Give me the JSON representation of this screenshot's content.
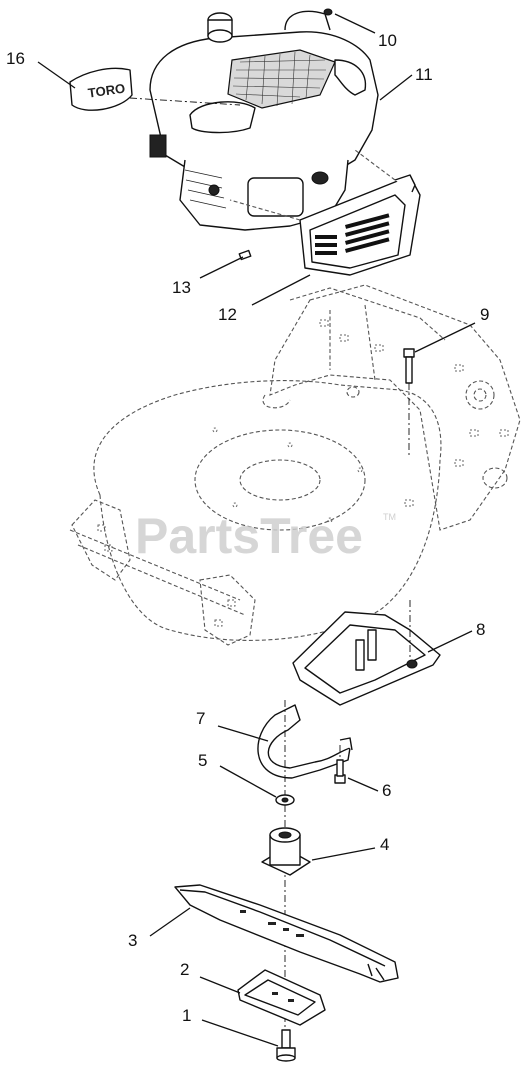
{
  "watermark": {
    "text": "PartsTree",
    "tm": "TM"
  },
  "decal_text": "TORO",
  "callouts": [
    {
      "id": "16",
      "label": "16"
    },
    {
      "id": "10",
      "label": "10"
    },
    {
      "id": "11",
      "label": "11"
    },
    {
      "id": "13",
      "label": "13"
    },
    {
      "id": "12",
      "label": "12"
    },
    {
      "id": "9",
      "label": "9"
    },
    {
      "id": "8",
      "label": "8"
    },
    {
      "id": "7",
      "label": "7"
    },
    {
      "id": "5",
      "label": "5"
    },
    {
      "id": "6",
      "label": "6"
    },
    {
      "id": "4",
      "label": "4"
    },
    {
      "id": "3",
      "label": "3"
    },
    {
      "id": "2",
      "label": "2"
    },
    {
      "id": "1",
      "label": "1"
    }
  ]
}
